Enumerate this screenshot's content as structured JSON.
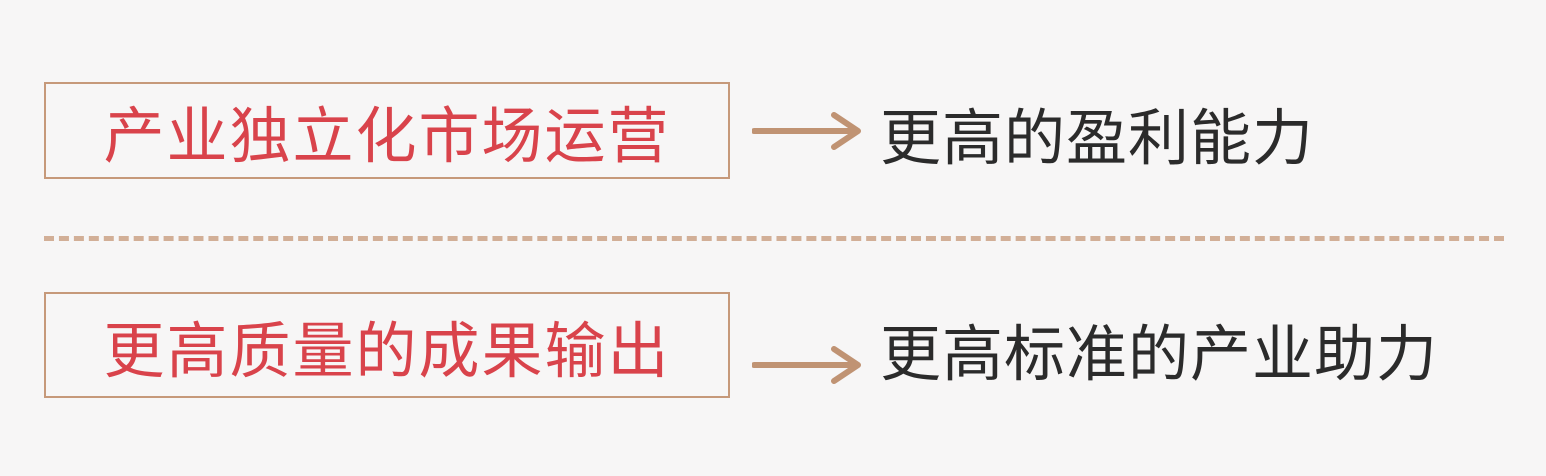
{
  "colors": {
    "background": "#f7f6f6",
    "box_border": "#c6997a",
    "box_text": "#d9434b",
    "arrow": "#c09373",
    "result_text": "#2b2b2b",
    "divider": "#d2af97"
  },
  "rows": [
    {
      "source": "产业独立化市场运营",
      "arrow_icon": "right-arrow-icon",
      "result": "更高的盈利能力"
    },
    {
      "source": "更高质量的成果输出",
      "arrow_icon": "right-arrow-icon",
      "result": "更高标准的产业助力"
    }
  ]
}
